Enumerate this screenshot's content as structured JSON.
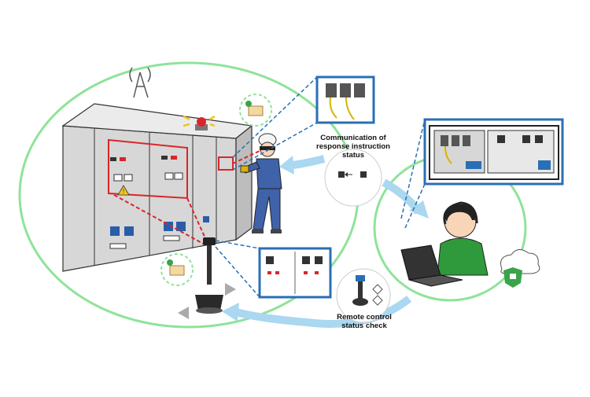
{
  "labels": {
    "communication": {
      "line1": "Communication of",
      "line2": "response instruction",
      "line3": "status"
    },
    "remote": {
      "line1": "Remote control",
      "line2": "status check"
    }
  },
  "colors": {
    "green_area": "#8fe39a",
    "blue_arrow": "#a9d8f0",
    "panel_frame": "#2a6fb5",
    "alert_red": "#d9262a",
    "panel_grey": "#d7d7d7",
    "worker_blue": "#3f62a8",
    "operator_green": "#2f9a3c"
  },
  "icons": [
    "antenna-icon",
    "warning-light-icon",
    "warning-sign-icon",
    "secure-data-icon",
    "cloud-lock-icon",
    "robot-icon",
    "headset-icon",
    "laptop-icon"
  ]
}
